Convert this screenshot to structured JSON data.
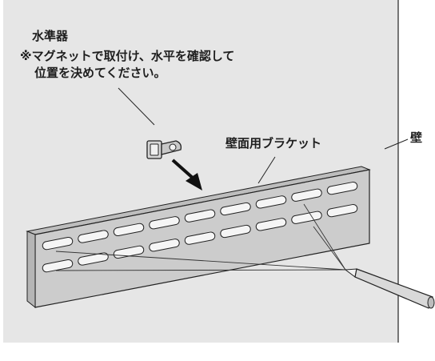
{
  "colors": {
    "wall": "#e6e6e6",
    "bracket_face": "#cccccc",
    "slot": "#f5f5f5",
    "line": "#222222"
  },
  "labels": {
    "level": "水準器",
    "note_line1": "※マグネットで取付け、水平を確認して",
    "note_line2": "位置を決めてください。",
    "bracket": "壁面用ブラケット",
    "wall": "壁"
  }
}
